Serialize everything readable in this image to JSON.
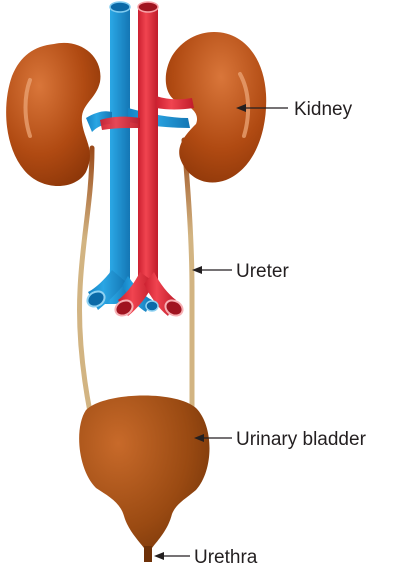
{
  "labels": {
    "kidney": "Kidney",
    "ureter": "Ureter",
    "bladder": "Urinary bladder",
    "urethra": "Urethra"
  },
  "colors": {
    "kidney": "#b04a12",
    "ureter": "#d2b482",
    "bladder": "#9a4a12",
    "vein": "#1b96d6",
    "artery": "#e8303a",
    "label_text": "#231f20"
  }
}
